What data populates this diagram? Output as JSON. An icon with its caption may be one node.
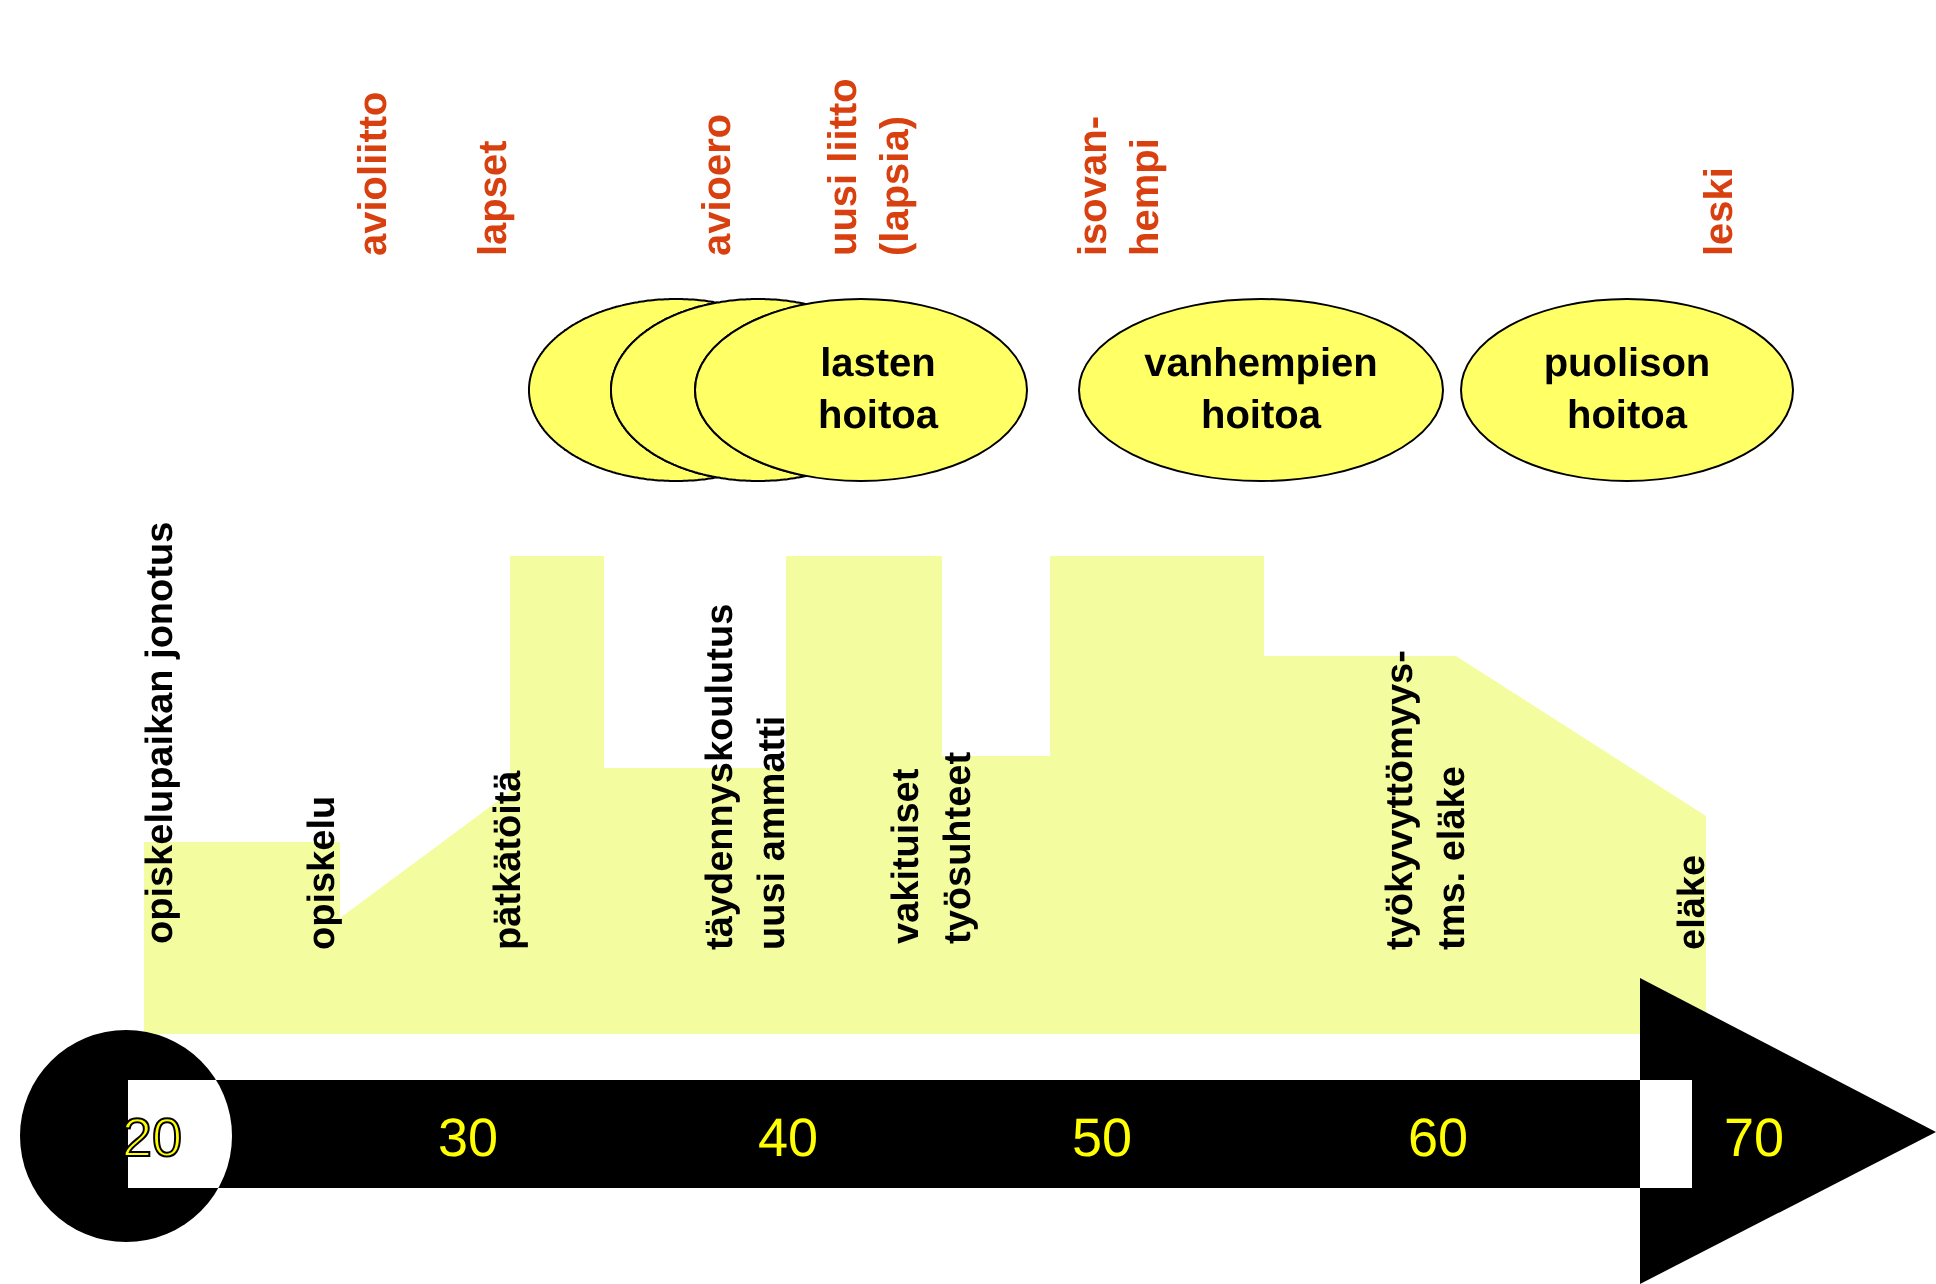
{
  "diagram": {
    "nodes": [
      {
        "text": [],
        "shape": "ellipse"
      },
      {
        "text": [],
        "shape": "ellipse"
      },
      {
        "text": [
          "lasten hoitoa"
        ]
      },
      {
        "text": [
          "vanhempien hoitoa"
        ]
      },
      {
        "text": [
          "puolison hoitoa"
        ]
      }
    ],
    "labels": [
      "avioliitto",
      "lapset",
      "avioero",
      "uusi liitto (lapsia)",
      "isovan- hempi",
      "leski",
      "opiskelupaikan jonotus",
      "opiskelu",
      "pätkätöitä",
      "täydennyskoulutus uusi ammatti",
      "vakituiset työsuhteet",
      "työkyvyttömyys- tms. eläke",
      "eläke",
      "20",
      "30",
      "40",
      "50",
      "60",
      "70"
    ]
  }
}
